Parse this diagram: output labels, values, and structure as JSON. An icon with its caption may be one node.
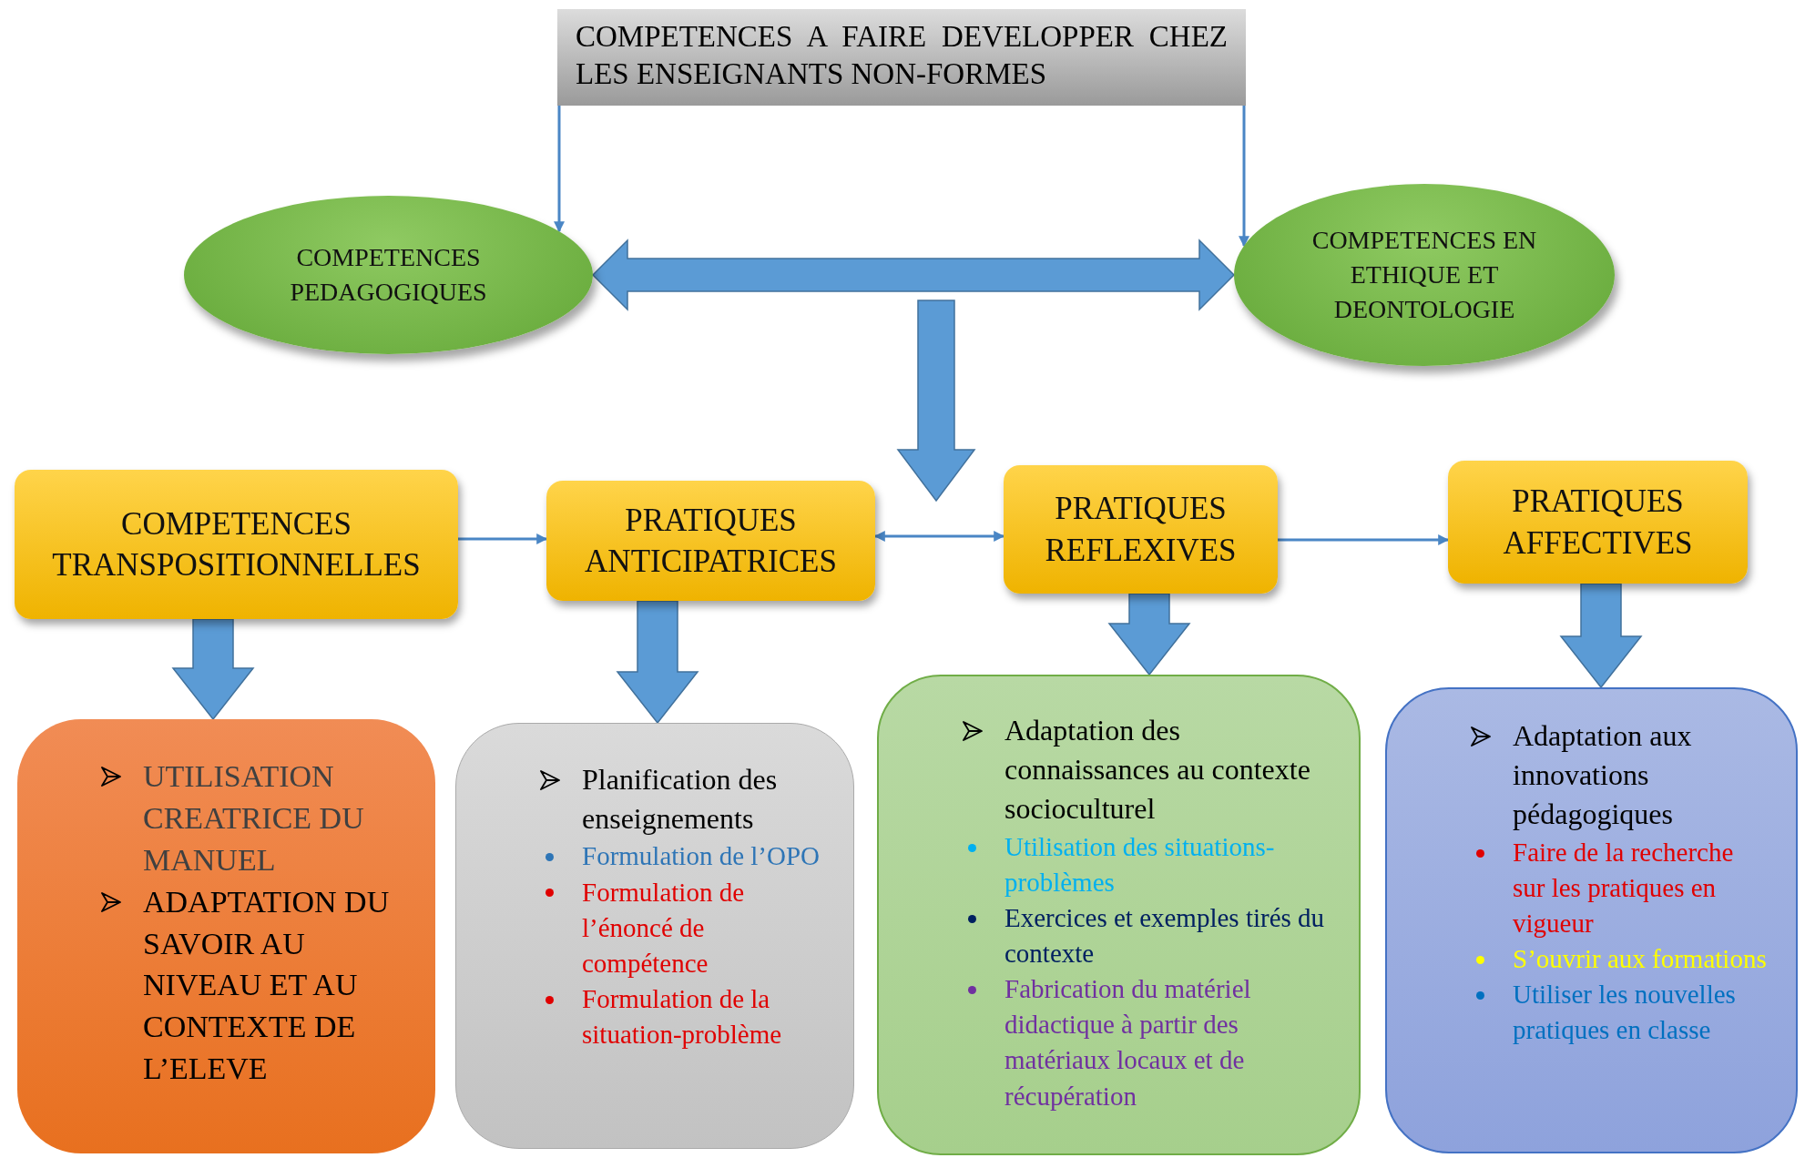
{
  "diagram": {
    "nodes": [
      {
        "text": [
          "COMPETENCES A FAIRE DEVELOPPER CHEZ LES ENSEIGNANTS NON-FORMES"
        ]
      },
      {
        "text": [
          "COMPETENCES PEDAGOGIQUES"
        ]
      },
      {
        "text": [
          "COMPETENCES EN ETHIQUE ET DEONTOLOGIE"
        ]
      },
      {
        "text": [
          "COMPETENCES TRANSPOSITIONNELLES"
        ]
      },
      {
        "text": [
          "PRATIQUES ANTICIPATRICES"
        ]
      },
      {
        "text": [
          "PRATIQUES REFLEXIVES"
        ]
      },
      {
        "text": [
          "PRATIQUES AFFECTIVES"
        ]
      },
      {
        "text": [
          "UTILISATION CREATRICE DU MANUEL",
          "ADAPTATION DU SAVOIR AU NIVEAU ET AU CONTEXTE DE L’ELEVE"
        ]
      },
      {
        "text": [
          "Planification des enseignements",
          "Formulation de l’OPO",
          "Formulation de l’énoncé de compétence",
          "Formulation de la situation-problème"
        ]
      },
      {
        "text": [
          "Adaptation des connaissances au contexte socioculturel",
          "Utilisation des situations-problèmes",
          "Exercices et exemples tirés du contexte",
          "Fabrication du matériel didactique à partir des matériaux locaux et de récupération"
        ]
      },
      {
        "text": [
          "Adaptation aux innovations pédagogiques",
          "Faire de la recherche sur les pratiques en vigueur",
          "S’ouvrir aux formations",
          "Utiliser les nouvelles pratiques en classe"
        ]
      }
    ],
    "edges": [
      {
        "from": 0,
        "to": 1,
        "arrow": "to"
      },
      {
        "from": 0,
        "to": 2,
        "arrow": "to"
      },
      {
        "from": 1,
        "to": 2,
        "arrow": "both",
        "style": "thick"
      },
      {
        "from": 3,
        "to": 4,
        "arrow": "to"
      },
      {
        "from": 4,
        "to": 5,
        "arrow": "both"
      },
      {
        "from": 5,
        "to": 6,
        "arrow": "to"
      },
      {
        "from": 3,
        "to": 7,
        "arrow": "to",
        "style": "thick"
      },
      {
        "from": 4,
        "to": 8,
        "arrow": "to",
        "style": "thick"
      },
      {
        "from": 5,
        "to": 9,
        "arrow": "to",
        "style": "thick"
      },
      {
        "from": 6,
        "to": 10,
        "arrow": "to",
        "style": "thick"
      }
    ]
  }
}
